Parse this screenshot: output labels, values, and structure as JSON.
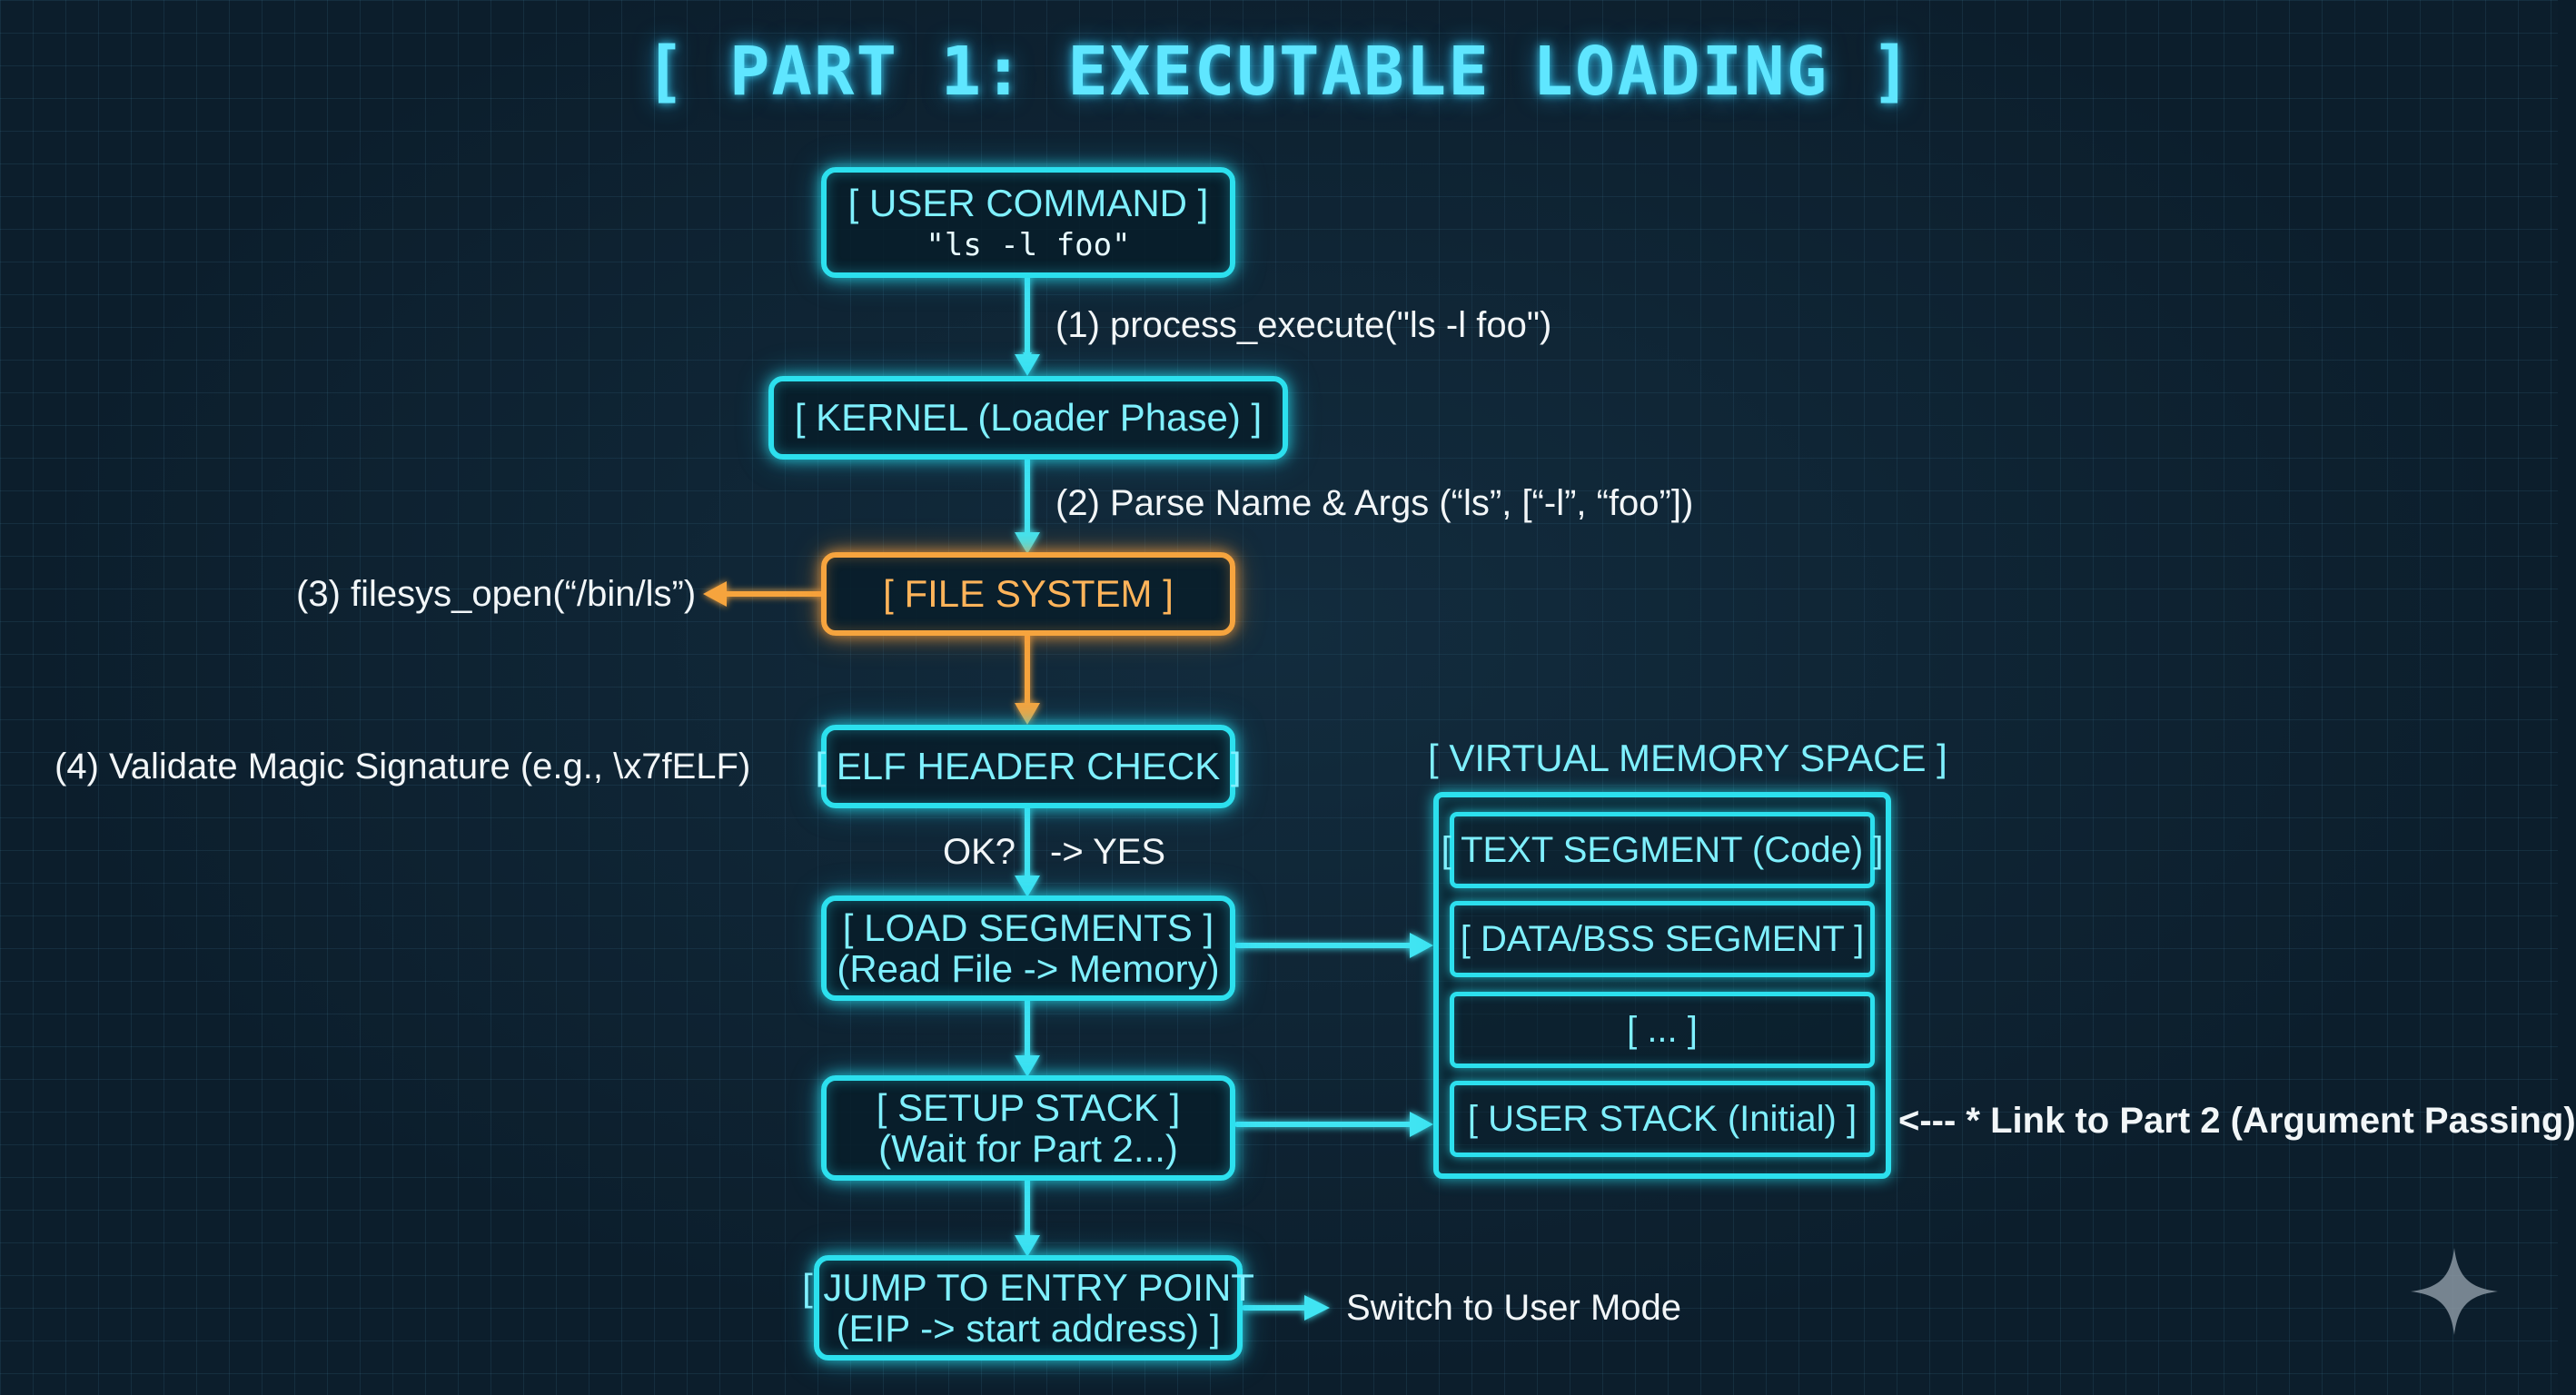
{
  "title": "[ PART 1: EXECUTABLE LOADING ]",
  "nodes": {
    "user_command": {
      "label": "[ USER COMMAND ]",
      "sub": "\"ls -l foo\""
    },
    "kernel": {
      "label": "[ KERNEL (Loader Phase) ]"
    },
    "file_system": {
      "label": "[ FILE SYSTEM ]"
    },
    "elf_header_check": {
      "label": "[ ELF HEADER CHECK ]"
    },
    "load_segments": {
      "label": "[ LOAD SEGMENTS ]",
      "sub": "(Read File -> Memory)"
    },
    "setup_stack": {
      "label": "[ SETUP STACK ]",
      "sub": "(Wait for Part 2...)"
    },
    "jump_entry": {
      "label": "[ JUMP TO ENTRY POINT",
      "sub": "(EIP -> start address) ]"
    }
  },
  "edges": {
    "step1": "(1) process_execute(\"ls -l foo\")",
    "step2": "(2) Parse Name & Args (“ls”, [“-l”, “foo”])",
    "step3": "(3) filesys_open(“/bin/ls”)",
    "step4": "(4) Validate Magic Signature (e.g., \\x7fELF)",
    "ok": "OK?",
    "yes": "-> YES",
    "user_mode": "Switch to User Mode"
  },
  "memory": {
    "title": "[ VIRTUAL MEMORY SPACE ]",
    "segments": [
      "[ TEXT SEGMENT (Code) ]",
      "[ DATA/BSS SEGMENT ]",
      "[ ... ]",
      "[ USER STACK (Initial) ]"
    ]
  },
  "link_note": "<--- * Link to Part 2 (Argument Passing)",
  "colors": {
    "cyan": "#2ce0ee",
    "orange": "#f6a43e",
    "title": "#5fe6ff",
    "background": "#0c1e2c"
  },
  "icons": {
    "corner": "sparkle-icon"
  }
}
